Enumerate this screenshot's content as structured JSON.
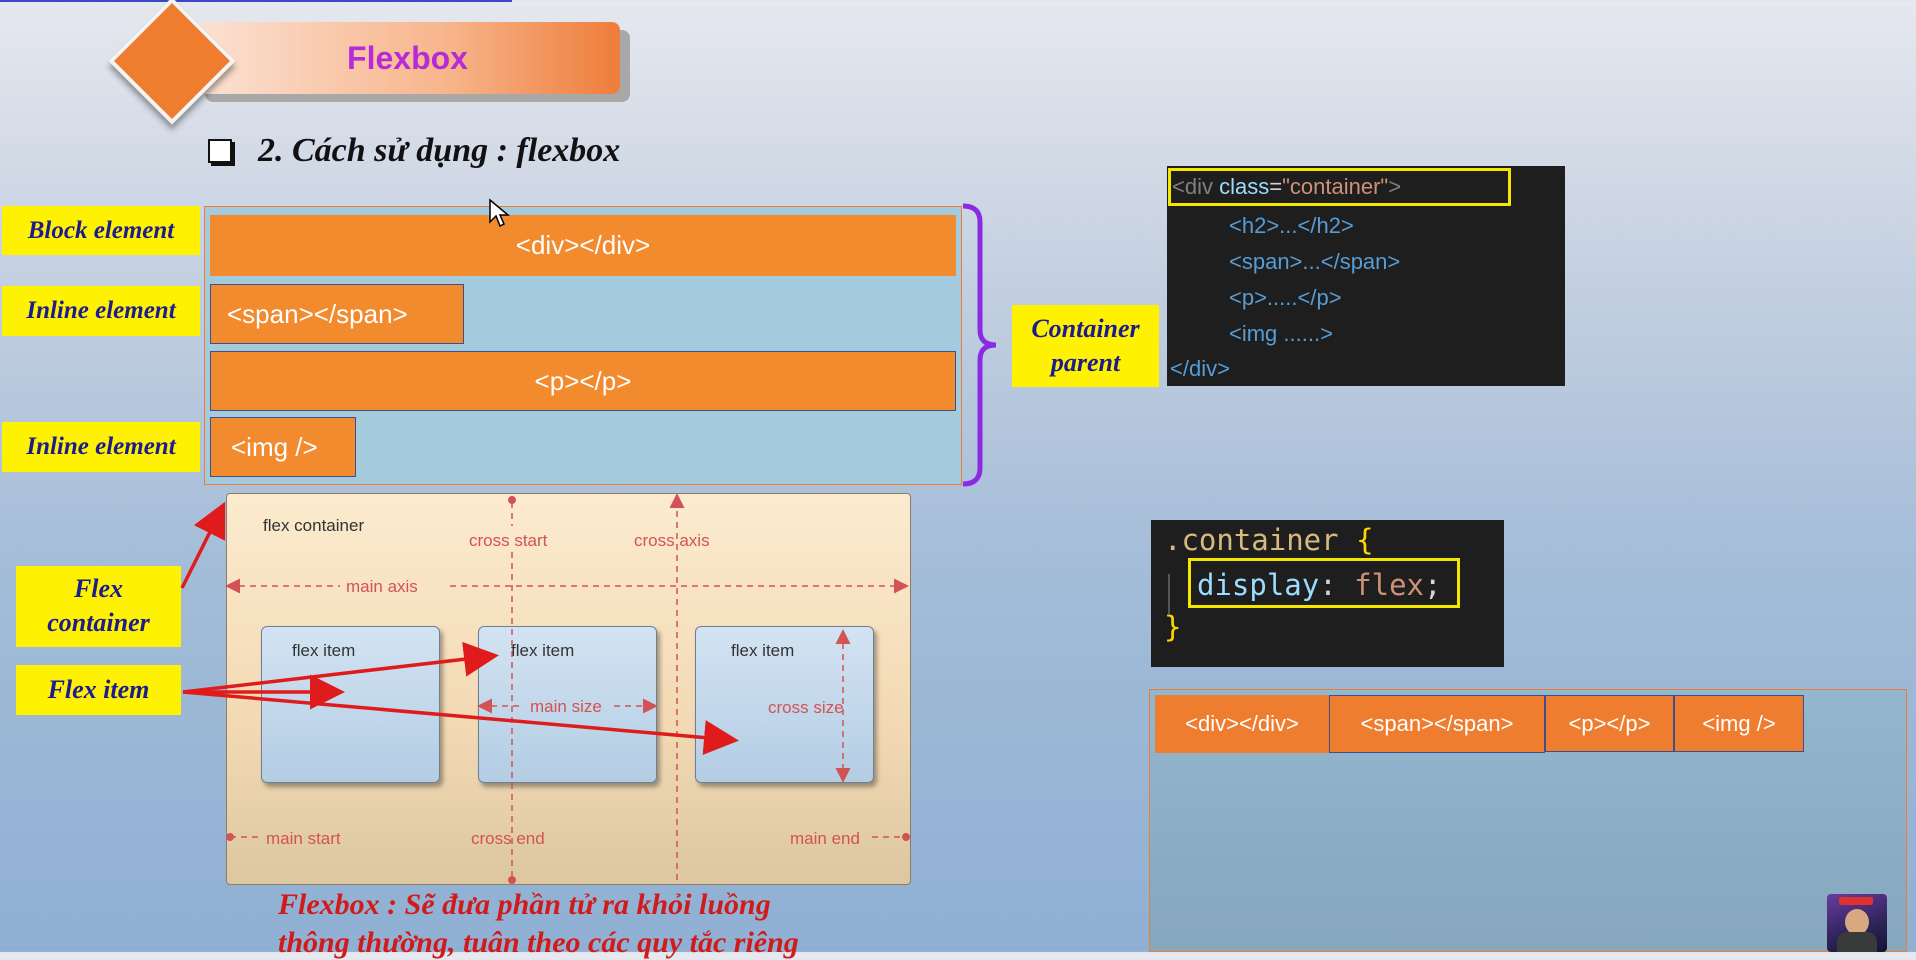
{
  "slide": {
    "title": "Flexbox",
    "subtitle": "2. Cách sử dụng : flexbox"
  },
  "labels": {
    "block": "Block element",
    "inline1": "Inline element",
    "inline2": "Inline element",
    "container_parent_1": "Container",
    "container_parent_2": "parent",
    "flex_container_1": "Flex",
    "flex_container_2": "container",
    "flex_item": "Flex item"
  },
  "block_demo": {
    "div": "<div></div>",
    "span": "<span></span>",
    "p": "<p></p>",
    "img": "<img />"
  },
  "flex_diagram": {
    "flex_container": "flex container",
    "cross_start": "cross start",
    "cross_axis": "cross axis",
    "main_axis": "main axis",
    "items": [
      "flex item",
      "flex item",
      "flex item"
    ],
    "main_size": "main size",
    "cross_size": "cross size",
    "main_start": "main start",
    "cross_end": "cross end",
    "main_end": "main end"
  },
  "html_code": {
    "open_tag": "<div",
    "attr": "class",
    "eq": "=",
    "value": "\"container\"",
    "close_bracket": ">",
    "lines": [
      "<h2>...</h2>",
      "<span>...</span>",
      "<p>.....</p>",
      "<img ......>"
    ],
    "end": "</div>"
  },
  "css_code": {
    "selector": ".container",
    "open": "{",
    "prop": "display",
    "colon": ":",
    "val": "flex",
    "semi": ";",
    "close": "}"
  },
  "result_demo": {
    "div": "<div></div>",
    "span": "<span></span>",
    "p": "<p></p>",
    "img": "<img />"
  },
  "note": {
    "line1": "Flexbox : Sẽ đưa phần tử ra khỏi luồng",
    "line2": "thông thường, tuân theo các quy tắc riêng"
  },
  "colors": {
    "accent_orange": "#ee7d2f",
    "label_yellow": "#fff200",
    "bracket_purple": "#8a2be2",
    "arrow_red": "#e01b1b"
  }
}
